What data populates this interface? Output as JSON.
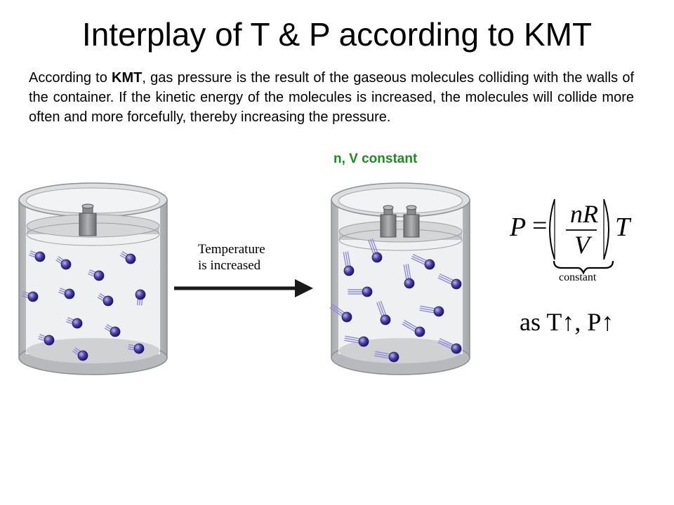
{
  "title": "Interplay of T & P according to KMT",
  "paragraph": {
    "pre": "According to ",
    "bold": "KMT",
    "post": ", gas pressure is the result of the gaseous molecules colliding with the walls of the container. If the kinetic energy of the molecules is increased, the molecules will collide more often and more forcefully, thereby increasing the pressure."
  },
  "constant_note": "n, V constant",
  "arrow_label": {
    "line1": "Temperature",
    "line2": "is increased"
  },
  "equation": {
    "lhs": "P",
    "equals": "=",
    "numerator": "nR",
    "denominator": "V",
    "factor": "T",
    "brace_label": "constant"
  },
  "relation": "as T↑, P↑",
  "colors": {
    "constant_note": "#1f8a1f",
    "molecule": "#4a3f9e",
    "container": "#c4c6c9"
  }
}
